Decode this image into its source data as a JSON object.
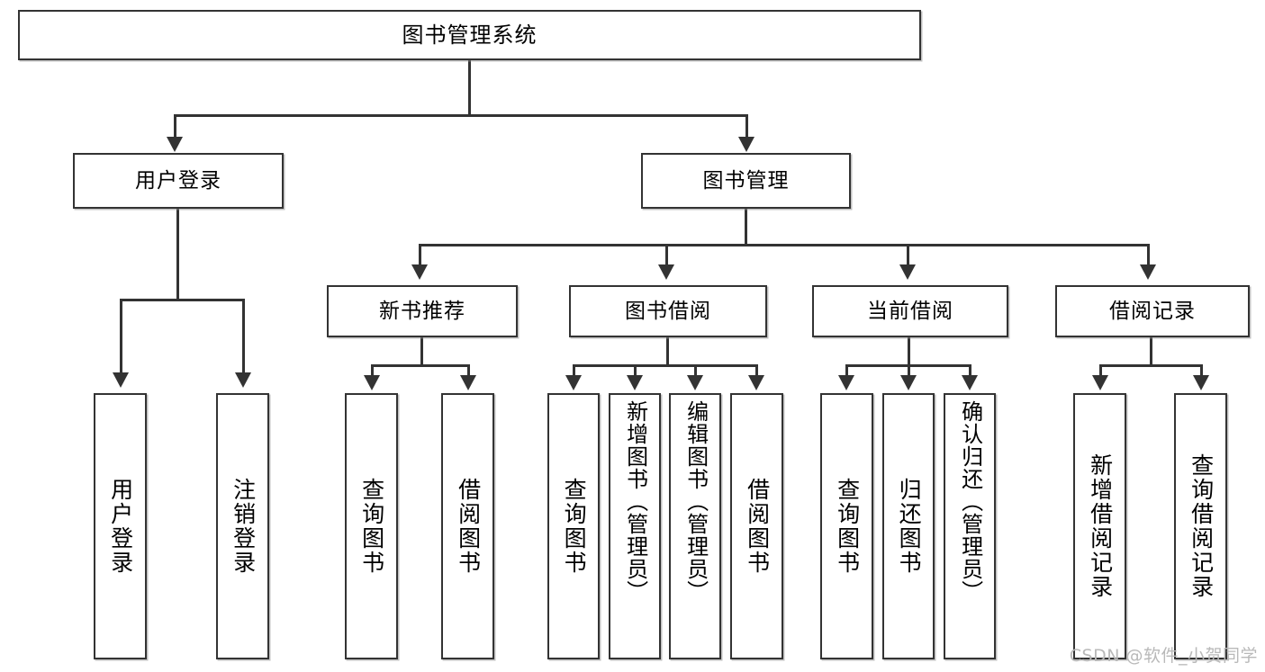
{
  "diagram": {
    "type": "tree-hierarchy",
    "title": "图书管理系统",
    "root": {
      "label": "图书管理系统"
    },
    "level2": [
      {
        "label": "用户登录"
      },
      {
        "label": "图书管理"
      }
    ],
    "level3": [
      {
        "label": "新书推荐"
      },
      {
        "label": "图书借阅"
      },
      {
        "label": "当前借阅"
      },
      {
        "label": "借阅记录"
      }
    ],
    "leaves": {
      "user_login": [
        {
          "label": "用户登录"
        },
        {
          "label": "注销登录"
        }
      ],
      "new_book_recommend": [
        {
          "label": "查询图书"
        },
        {
          "label": "借阅图书"
        }
      ],
      "book_borrow": [
        {
          "label": "查询图书"
        },
        {
          "label": "新增图书（管理员）"
        },
        {
          "label": "编辑图书（管理员）"
        },
        {
          "label": "借阅图书"
        }
      ],
      "current_borrow": [
        {
          "label": "查询图书"
        },
        {
          "label": "归还图书"
        },
        {
          "label": "确认归还（管理员）"
        }
      ],
      "borrow_record": [
        {
          "label": "新增借阅记录"
        },
        {
          "label": "查询借阅记录"
        }
      ]
    }
  },
  "watermark": {
    "text": "CSDN @软件_小贺同学"
  },
  "colors": {
    "stroke": "#333333",
    "background": "#ffffff",
    "text": "#000000",
    "watermark": "#b9b9b9"
  }
}
